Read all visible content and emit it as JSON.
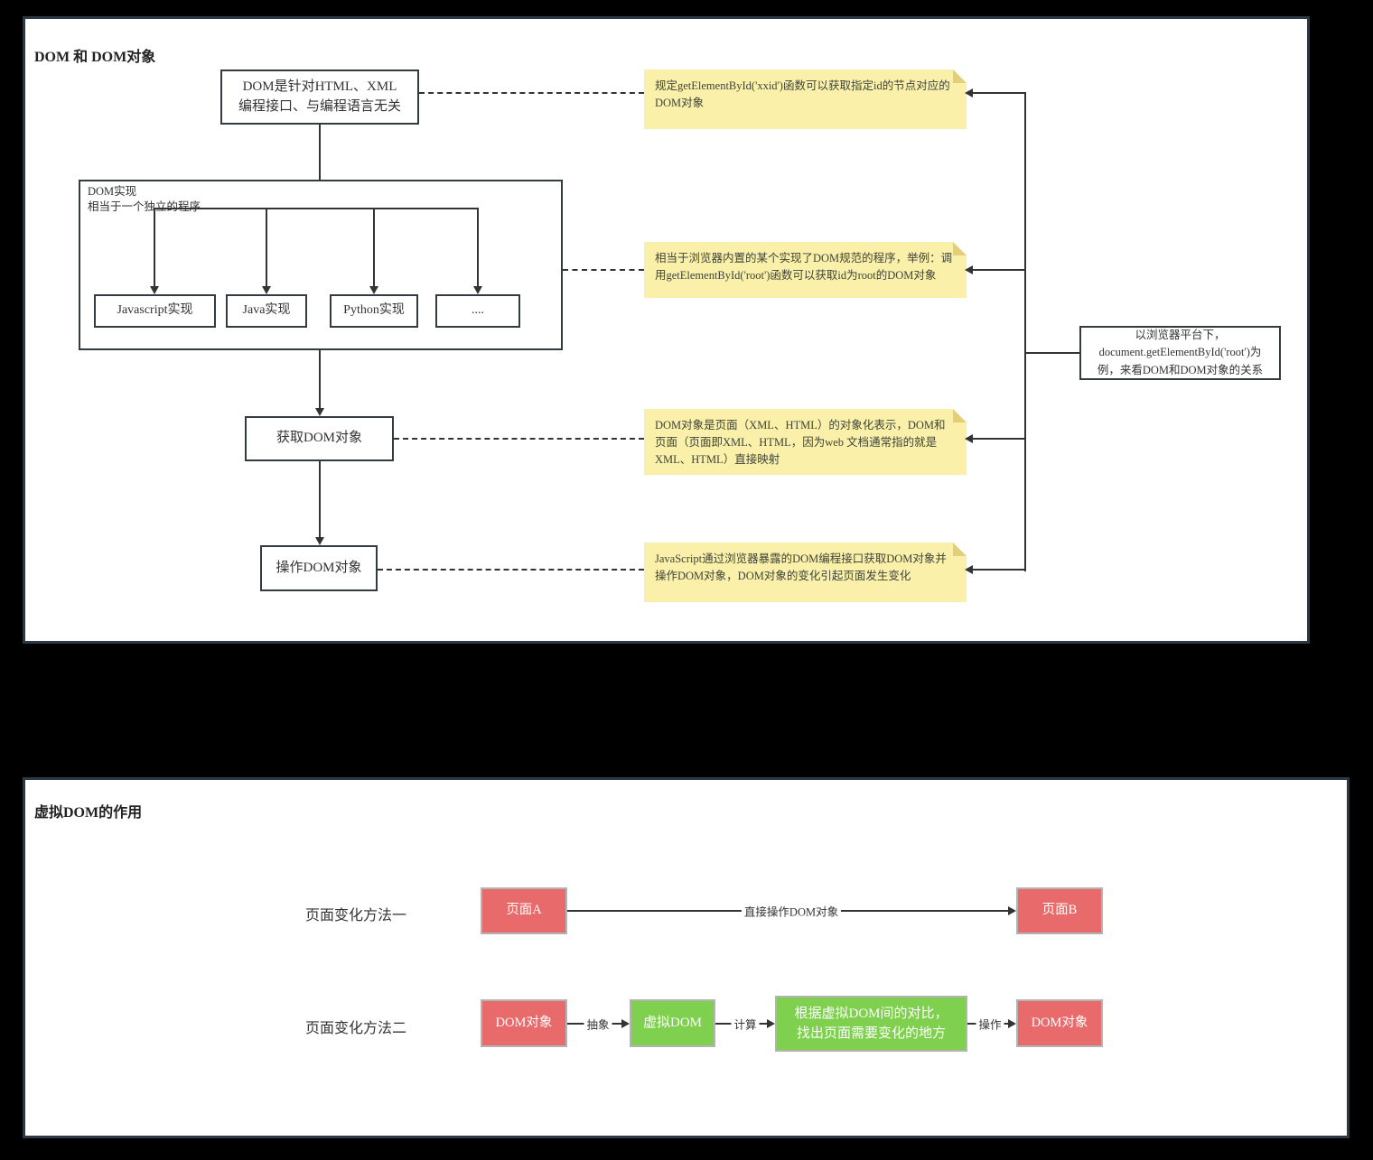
{
  "panel1": {
    "title": "DOM 和 DOM对象",
    "root_box": {
      "line1": "DOM是针对HTML、XML",
      "line2": "编程接口、与编程语言无关"
    },
    "impl_group": {
      "label_line1": "DOM实现",
      "label_line2": "相当于一个独立的程序",
      "items": [
        "Javascript实现",
        "Java实现",
        "Python实现",
        "...."
      ]
    },
    "get_box": "获取DOM对象",
    "operate_box": "操作DOM对象",
    "notes": [
      "规定getElementById('xxid')函数可以获取指定id的节点对应的DOM对象",
      "相当于浏览器内置的某个实现了DOM规范的程序，举例：调用getElementById('root')函数可以获取id为root的DOM对象",
      "DOM对象是页面（XML、HTML）的对象化表示，DOM和页面（页面即XML、HTML，因为web 文档通常指的就是XML、HTML）直接映射",
      "JavaScript通过浏览器暴露的DOM编程接口获取DOM对象并操作DOM对象，DOM对象的变化引起页面发生变化"
    ],
    "side_box": "以浏览器平台下，document.getElementById('root')为例，来看DOM和DOM对象的关系"
  },
  "panel2": {
    "title": "虚拟DOM的作用",
    "method1": {
      "label": "页面变化方法一",
      "box_a": "页面A",
      "arrow_label": "直接操作DOM对象",
      "box_b": "页面B"
    },
    "method2": {
      "label": "页面变化方法二",
      "box_dom1": "DOM对象",
      "arrow1": "抽象",
      "box_vdom": "虚拟DOM",
      "arrow2": "计算",
      "box_diff_line1": "根据虚拟DOM间的对比，",
      "box_diff_line2": "找出页面需要变化的地方",
      "arrow3": "操作",
      "box_dom2": "DOM对象"
    }
  },
  "colors": {
    "note_bg": "#FAF0AA",
    "note_fold": "#E3CF7A",
    "red_box": "#E96A6B",
    "green_box": "#7ED04E",
    "line": "#333333",
    "panel_border": "#2D3845"
  }
}
